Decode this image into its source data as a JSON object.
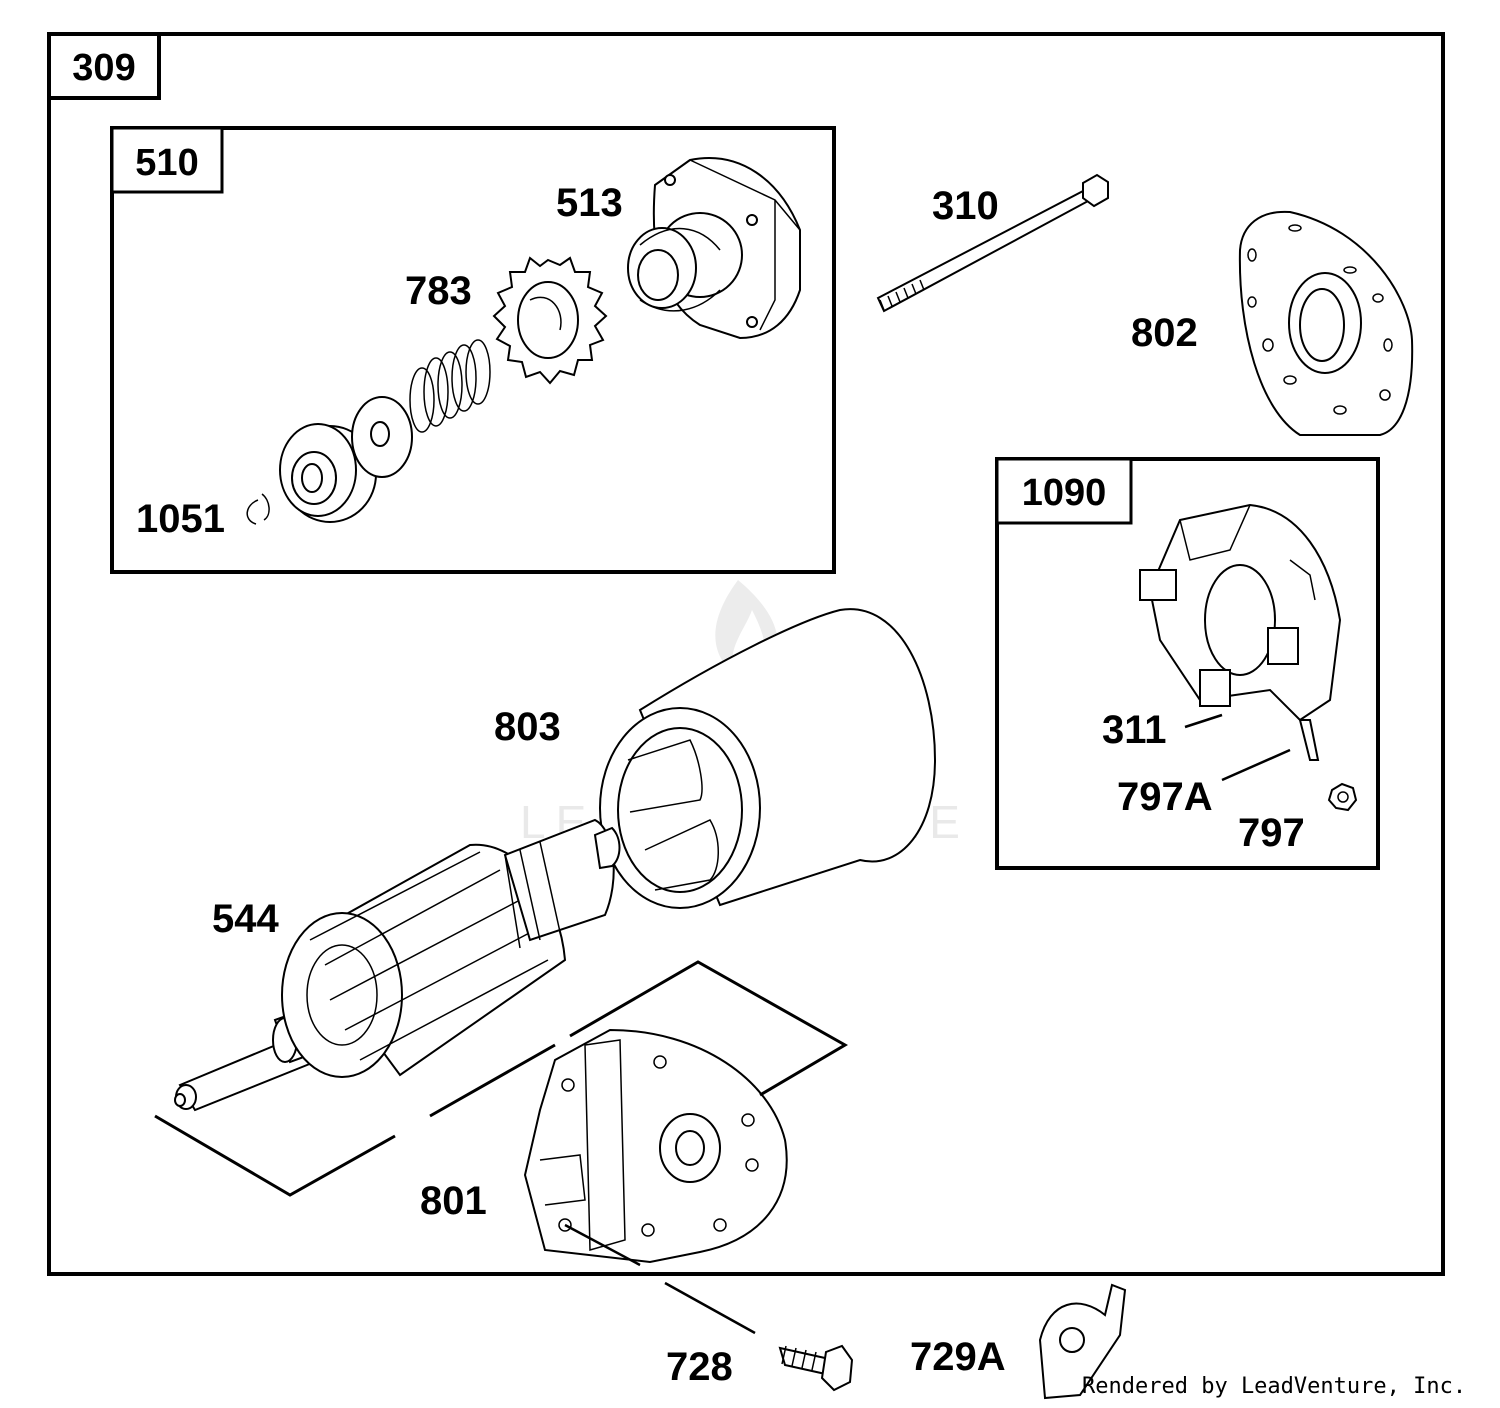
{
  "boxes": {
    "outer": "309",
    "gear_assembly": "510",
    "brush_assembly": "1090"
  },
  "parts": {
    "p1051": "1051",
    "p783": "783",
    "p513": "513",
    "p310": "310",
    "p802": "802",
    "p803": "803",
    "p544": "544",
    "p801": "801",
    "p311": "311",
    "p797a": "797A",
    "p797": "797",
    "p728": "728",
    "p729a": "729A"
  },
  "watermark": "LEADVENTURE",
  "credit": "Rendered by LeadVenture, Inc."
}
